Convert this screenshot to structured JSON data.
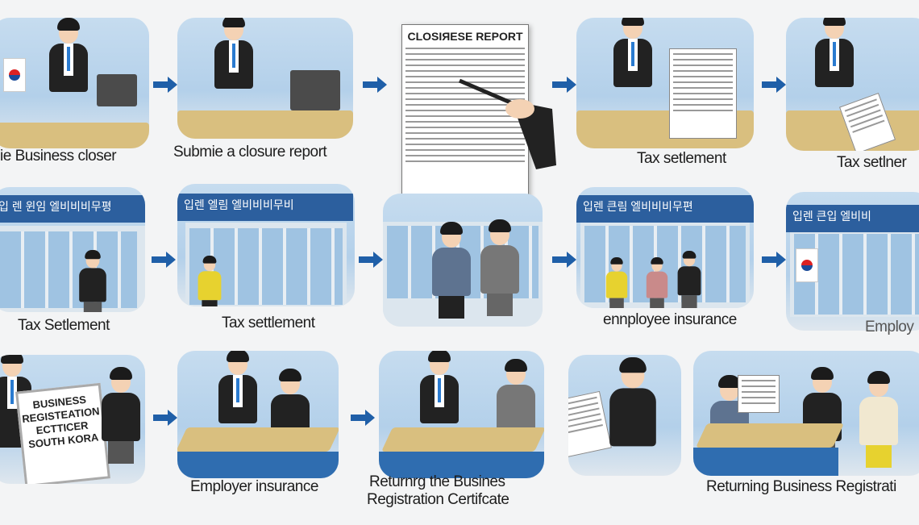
{
  "steps": {
    "row1": [
      {
        "label": "ie Business closer"
      },
      {
        "label": "Submie a closure report"
      },
      {
        "document_title": "CLOSIЯESE REPORT"
      },
      {
        "label": "Tax setlement"
      },
      {
        "label": "Tax setlner"
      }
    ],
    "row2": [
      {
        "label": "Tax Setlement",
        "sign": "입 렌 윈임 엘비비비무평"
      },
      {
        "label": "Tax settlement",
        "sign": "입렌 엘림 엘비비비무비"
      },
      {
        "label": ""
      },
      {
        "label": "ennployee insurance",
        "sign": "입렌 큰림 엘비비비무편"
      },
      {
        "label": "Employ",
        "sign": "입렌 큰입 엘비비"
      }
    ],
    "row3": [
      {
        "certificate": "BUSINESS REGISTEATION ECTTICER SOUTH KORA"
      },
      {
        "label": "Employer insurance"
      },
      {
        "label_line1": "Returnrg the Busines",
        "label_line2": "Registration Certifcate"
      },
      {
        "label": ""
      },
      {
        "label": "Returning  Business Registrati"
      }
    ]
  },
  "colors": {
    "arrow": "#1f5fa8",
    "panel": "#b9d4ec",
    "desk": "#d9bf7f",
    "sign": "#2c5f9e"
  }
}
